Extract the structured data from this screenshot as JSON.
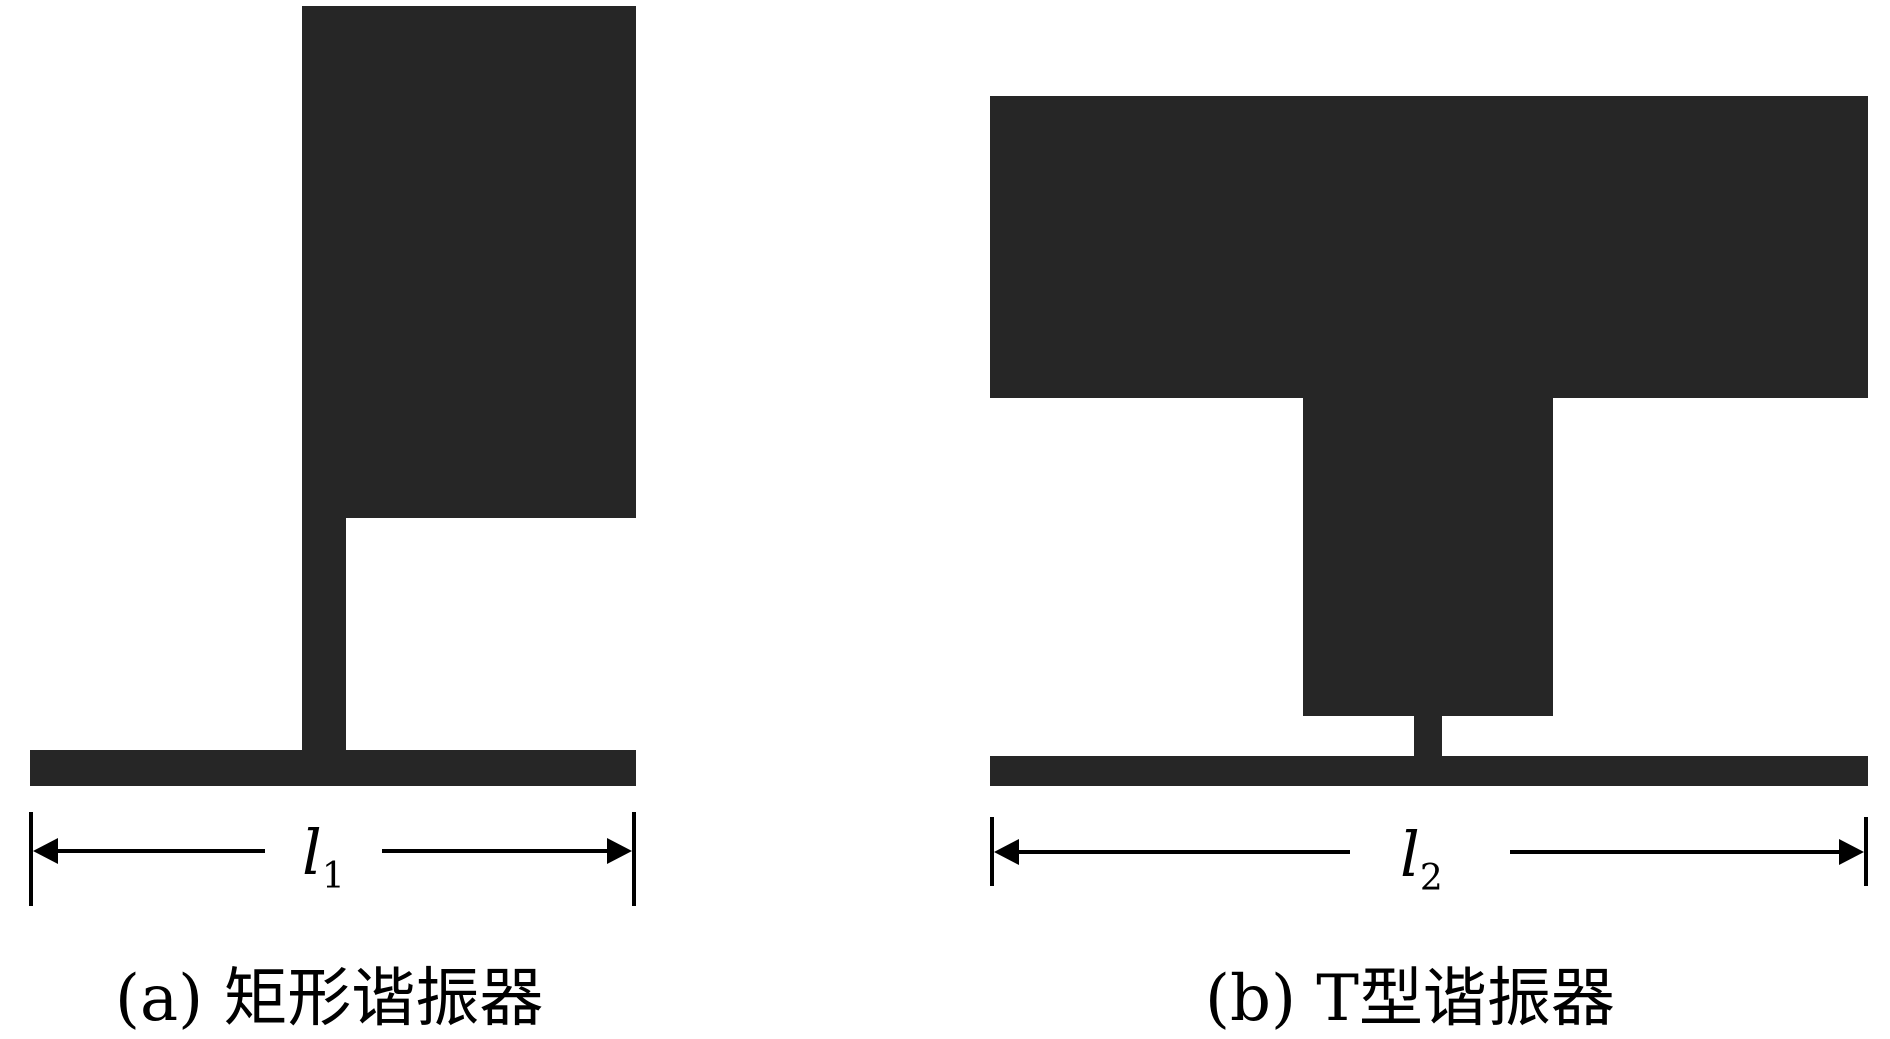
{
  "colors": {
    "shape_fill": "#262626",
    "dimension_line": "#000000",
    "background": "#ffffff"
  },
  "panels": [
    {
      "id": "a",
      "caption": "(a) 矩形谐振器",
      "dimension": {
        "symbol": "l",
        "subscript": "1"
      }
    },
    {
      "id": "b",
      "caption": "(b) T型谐振器",
      "dimension": {
        "symbol": "l",
        "subscript": "2"
      }
    }
  ]
}
